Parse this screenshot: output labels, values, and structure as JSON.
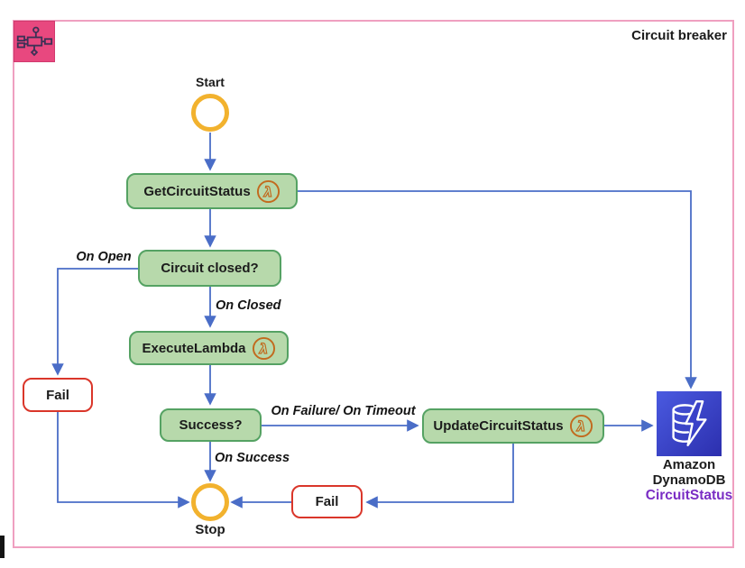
{
  "frame": {
    "title": "Circuit breaker"
  },
  "icons": {
    "step_functions": "aws-step-functions-workflow-icon",
    "lambda": "aws-lambda-icon",
    "lambda_glyph": "λ",
    "dynamodb": "amazon-dynamodb-icon",
    "start_terminal": "start-circle",
    "stop_terminal": "stop-circle"
  },
  "nodes": {
    "start": {
      "label": "Start"
    },
    "get_circuit_status": {
      "label": "GetCircuitStatus"
    },
    "circuit_closed": {
      "label": "Circuit closed?"
    },
    "execute_lambda": {
      "label": "ExecuteLambda"
    },
    "success": {
      "label": "Success?"
    },
    "update_circuit_status": {
      "label": "UpdateCircuitStatus"
    },
    "fail_open": {
      "label": "Fail"
    },
    "fail_error": {
      "label": "Fail"
    },
    "stop": {
      "label": "Stop"
    },
    "dynamodb": {
      "line1": "Amazon",
      "line2": "DynamoDB",
      "table": "CircuitStatus"
    }
  },
  "edges": {
    "on_open": {
      "label": "On Open"
    },
    "on_closed": {
      "label": "On Closed"
    },
    "on_failure_timeout": {
      "label": "On Failure/ On Timeout"
    },
    "on_success": {
      "label": "On Success"
    }
  },
  "colors": {
    "frame_pink": "#efa0c0",
    "sf_icon_bg": "#e8487f",
    "sf_icon_border": "#d13a6e",
    "sf_glyph": "#3d3156",
    "task_fill": "#b7d9ab",
    "task_border": "#55a263",
    "node_text": "#1b1b1b",
    "lambda_orange": "#c26a1e",
    "connector_blue": "#4a6dc7",
    "fail_red": "#da362a",
    "gold": "#f2b22e",
    "dynamodb_dark": "#2c2fae",
    "dynamodb_light": "#4a5ae0",
    "dynamodb_mid": "#3a41c8",
    "table_purple": "#7a2dc4"
  }
}
